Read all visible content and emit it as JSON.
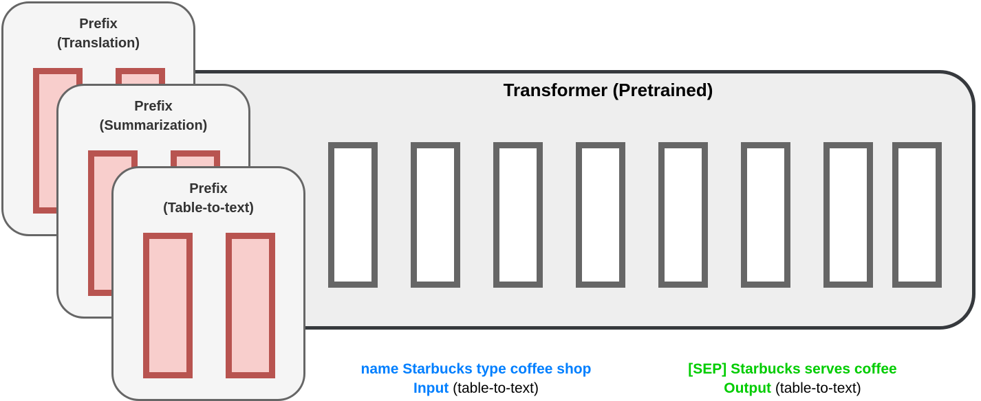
{
  "transformer": {
    "title": "Transformer (Pretrained)",
    "layer_count": 8
  },
  "prefixes": [
    {
      "line1": "Prefix",
      "line2": "(Translation)"
    },
    {
      "line1": "Prefix",
      "line2": "(Summarization)"
    },
    {
      "line1": "Prefix",
      "line2": "(Table-to-text)"
    }
  ],
  "input": {
    "tokens": "name Starbucks type coffee shop",
    "label": "Input",
    "suffix": "(table-to-text)",
    "color": "#007fff"
  },
  "output": {
    "tokens": "[SEP] Starbucks serves coffee",
    "label": "Output",
    "suffix": "(table-to-text)",
    "color": "#00cc00"
  },
  "colors": {
    "prefix_fill": "#f8cecc",
    "prefix_stroke": "#b85450",
    "layer_stroke": "#666666",
    "transformer_fill": "#eeeeee",
    "transformer_stroke": "#36393d"
  }
}
